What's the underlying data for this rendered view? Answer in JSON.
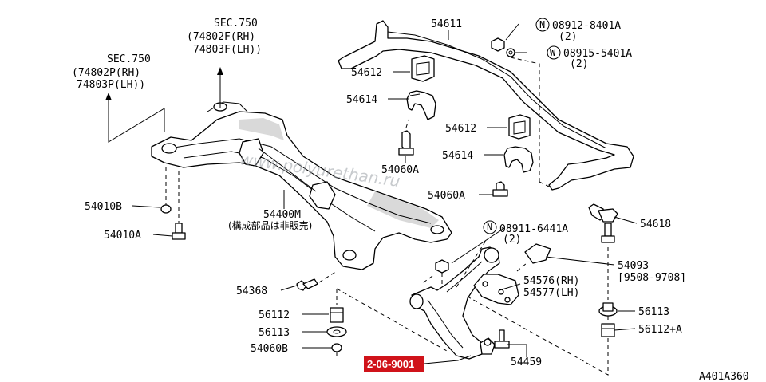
{
  "diagram": {
    "code": "A401A360",
    "watermark": "www.polyurethan.ru",
    "highlight": {
      "label": "2-06-9001",
      "color": "#d0131a"
    },
    "sections": [
      {
        "title": "SEC.750",
        "rh": "(74802F(RH)",
        "lh": "74803F(LH))"
      },
      {
        "title": "SEC.750",
        "rh": "(74802P(RH)",
        "lh": "74803P(LH))"
      }
    ],
    "labels": {
      "p54611": "54611",
      "n1": "08912-8401A",
      "n1q": "(2)",
      "w1": "08915-5401A",
      "w1q": "(2)",
      "p54612a": "54612",
      "p54614a": "54614",
      "p54060Aa": "54060A",
      "p54612b": "54612",
      "p54614b": "54614",
      "p54060Ab": "54060A",
      "p54618": "54618",
      "n2": "08911-6441A",
      "n2q": "(2)",
      "p54093": "54093",
      "p54093d": "[9508-9708]",
      "p54576": "54576(RH)",
      "p54577": "54577(LH)",
      "p54010B": "54010B",
      "p54010A": "54010A",
      "p54400M": "54400M",
      "p54400Mnote": "(構成部品は非販売)",
      "p54368": "54368",
      "p56112": "56112",
      "p56113a": "56113",
      "p54060B": "54060B",
      "p56113b": "56113",
      "p56112A": "56112+A",
      "p54459": "54459"
    },
    "circled": {
      "n": "N",
      "w": "W"
    }
  }
}
